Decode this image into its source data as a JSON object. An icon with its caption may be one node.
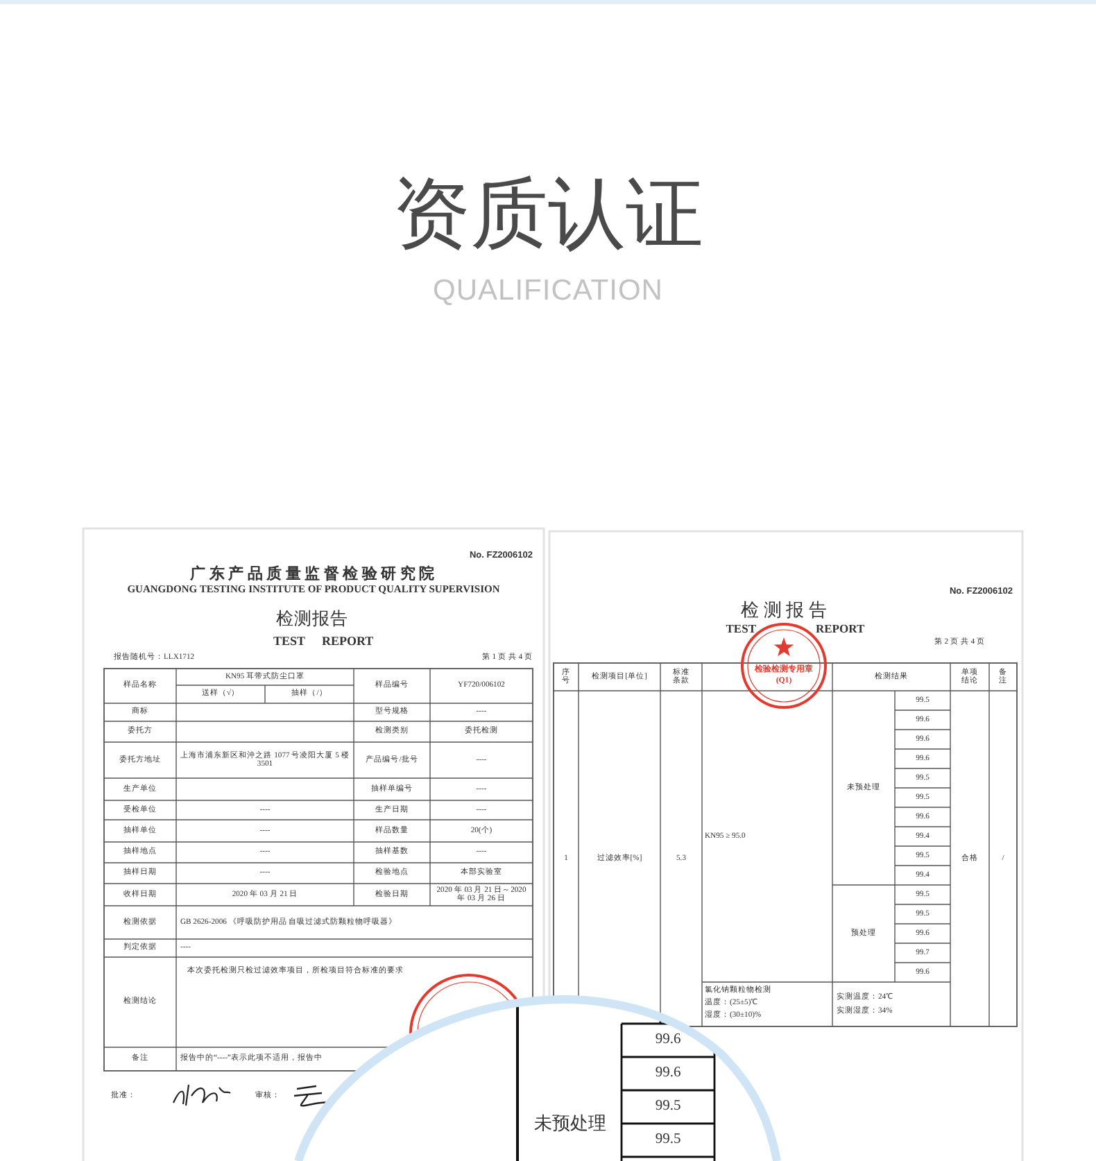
{
  "diagram": {
    "title": "资质认证",
    "labels": [
      "QUALIFICATION",
      "No. FZ2006102",
      "广 东 产 品 质 量 监 督 检 验 研 究 院",
      "GUANGDONG TESTING INSTITUTE OF PRODUCT QUALITY SUPERVISION",
      "检测报告",
      "TEST",
      "REPORT",
      "报告随机号：LLX1712",
      "第 1 页 共 4 页",
      "样品名称",
      "KN95 耳带式防尘口罩",
      "送样（√）",
      "抽样（/）",
      "样品编号",
      "YF720/006102",
      "商标",
      "型号规格",
      "----",
      "委托方",
      "检测类别",
      "委托检测",
      "委托方地址",
      "上海市浦东新区和沖之路 1077 号凌阳大厦 5 楼 3501",
      "产品编号/批号",
      "----",
      "生产单位",
      "抽样单编号",
      "----",
      "受检单位",
      "----",
      "生产日期",
      "----",
      "抽样单位",
      "----",
      "样品数量",
      "20(个)",
      "抽样地点",
      "----",
      "抽样基数",
      "----",
      "抽样日期",
      "----",
      "检验地点",
      "本部实验室",
      "收样日期",
      "2020 年 03 月 21 日",
      "检验日期",
      "2020 年 03 月 21 日～2020 年 03 月 26 日",
      "检测依据",
      "GB 2626-2006 《呼吸防护用品 自吸过滤式防颗粒物呼吸器》",
      "判定依据",
      "----",
      "检测结论",
      "本次委托检测只检过滤效率项目，所检项目符合标准的要求",
      "备注",
      "报告中的“----”表示此项不适用，报告中",
      "批准：",
      "审核：",
      "No. FZ2006102",
      "检 测 报 告",
      "TEST",
      "REPORT",
      "第 2 页 共 4 页",
      "检验检测专用章",
      "(Q1)",
      "序号",
      "检测项目[单位]",
      "标准条款",
      "检测结果",
      "单项结论",
      "备注",
      "1",
      "过滤效率[%]",
      "5.3",
      "KN95 ≥ 95.0",
      "未预处理",
      "99.5",
      "99.6",
      "99.6",
      "99.6",
      "99.5",
      "99.5",
      "99.6",
      "99.4",
      "99.5",
      "99.4",
      "预处理",
      "99.5",
      "99.5",
      "99.6",
      "99.7",
      "99.6",
      "合格",
      "/",
      "氯化钠颗粒物检测",
      "温度：(25±5)℃",
      "湿度：(30±10)%",
      "实测温度：24℃",
      "实测湿度：34%",
      "99.6",
      "99.6",
      "99.5",
      "99.5",
      "未预处理"
    ]
  }
}
